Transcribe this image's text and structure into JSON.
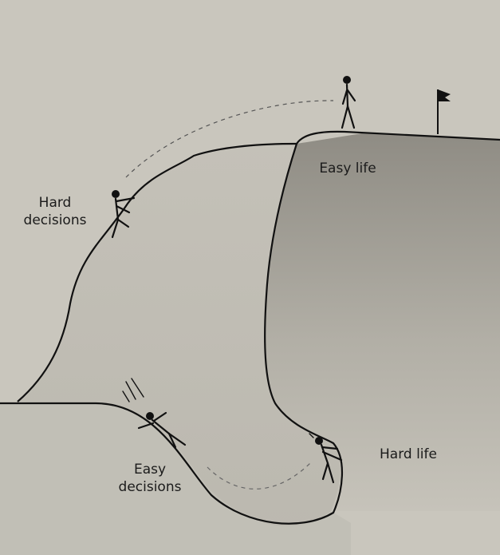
{
  "labels": {
    "hard_decisions": [
      "Hard",
      "decisions"
    ],
    "easy_life": "Easy life",
    "easy_decisions": [
      "Easy",
      "decisions"
    ],
    "hard_life": "Hard life"
  },
  "colors": {
    "paper": "#c9c6bd",
    "ink": "#111111",
    "shade_dark": "#8f8c84",
    "shade_light": "#c6c3ba"
  },
  "icons": [
    "stick-figure-walking",
    "flag",
    "stick-figure-climbing",
    "stick-figure-sliding",
    "stick-figure-stuck"
  ]
}
